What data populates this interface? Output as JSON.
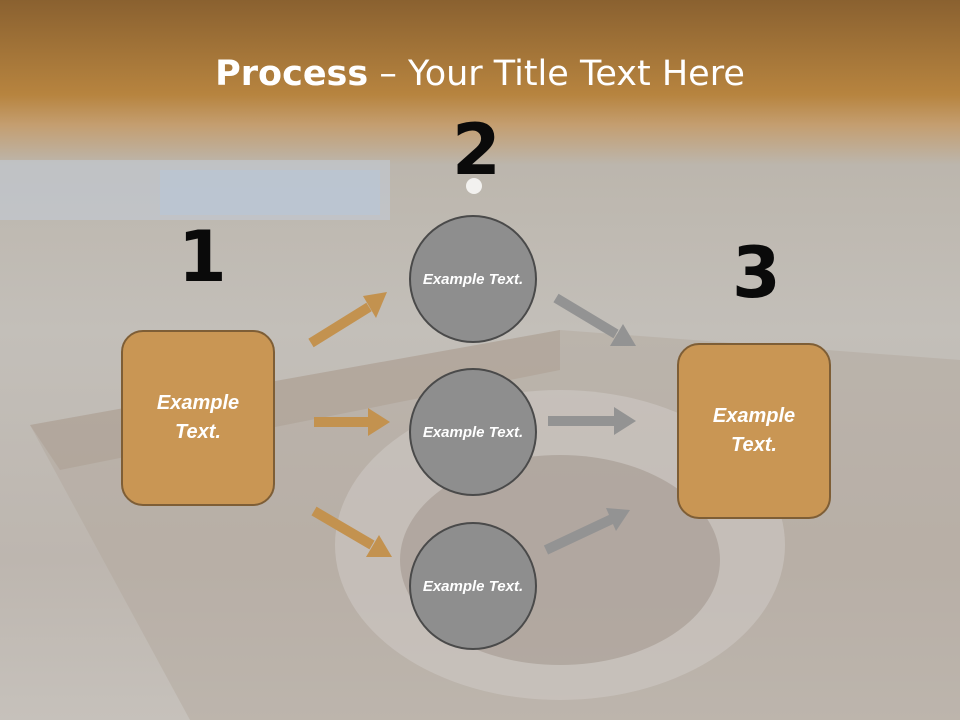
{
  "title": {
    "bold": "Process",
    "rest": " – Your Title Text Here"
  },
  "steps": {
    "one": {
      "number": "1",
      "text": "Example Text."
    },
    "two": {
      "number": "2",
      "circles": [
        {
          "text": "Example Text."
        },
        {
          "text": "Example Text."
        },
        {
          "text": "Example Text."
        }
      ]
    },
    "three": {
      "number": "3",
      "text": "Example Text."
    }
  },
  "colors": {
    "box_fill": "#c99654",
    "box_border": "#7e5e36",
    "circle_fill": "#8e8e8e",
    "circle_border": "#4a4a4a",
    "arrow_in": "#c3924f",
    "arrow_out": "#939393"
  }
}
